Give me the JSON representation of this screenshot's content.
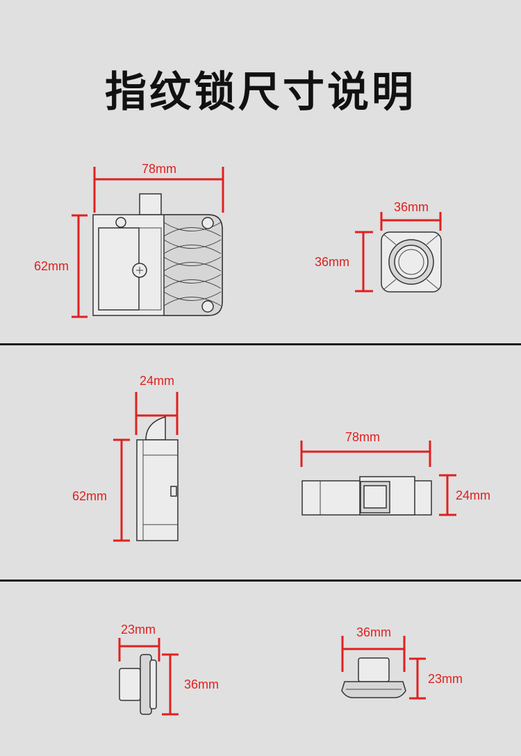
{
  "title": "指纹锁尺寸说明",
  "colors": {
    "background": "#e0e0e0",
    "dimension": "#e02020",
    "divider": "#1a1a1a"
  },
  "sections": [
    {
      "views": [
        {
          "name": "front-view",
          "width_label": "78mm",
          "height_label": "62mm"
        },
        {
          "name": "fingerprint-module-view",
          "width_label": "36mm",
          "height_label": "36mm"
        }
      ]
    },
    {
      "views": [
        {
          "name": "side-view",
          "width_label": "24mm",
          "height_label": "62mm"
        },
        {
          "name": "top-view",
          "width_label": "78mm",
          "height_label": "24mm"
        }
      ]
    },
    {
      "views": [
        {
          "name": "module-side-view",
          "width_label": "23mm",
          "height_label": "36mm"
        },
        {
          "name": "module-top-view",
          "width_label": "36mm",
          "height_label": "23mm"
        }
      ]
    }
  ]
}
